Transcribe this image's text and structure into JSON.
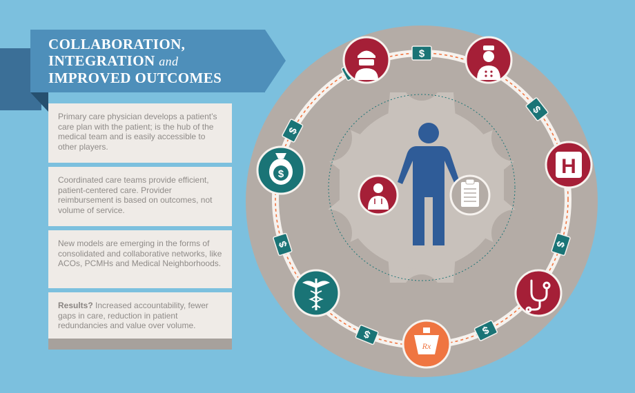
{
  "header": {
    "line1": "COLLABORATION,",
    "line2_main": "INTEGRATION",
    "line2_and": "and",
    "line3": "IMPROVED OUTCOMES"
  },
  "panels": [
    {
      "text": "Primary care physician develops a patient’s care plan with the patient; is the hub of the medical team and is easily accessible to other players."
    },
    {
      "text": "Coordinated care teams provide efficient, patient-centered care. Provider reimbursement is based on outcomes, not volume of service."
    },
    {
      "text": "New models are emerging in the forms of consolidated and collaborative networks, like ACOs, PCMHs and Medical Neighborhoods."
    },
    {
      "lead": "Results?",
      "text": " Increased accountability, fewer gaps in care, reduction in patient redundancies and value over volume."
    }
  ],
  "diagram": {
    "hub_labels": {
      "dollar": "$",
      "hospital": "H",
      "rx": "Rx"
    },
    "icons": [
      "surgeon-icon",
      "nurse-icon",
      "hospital-icon",
      "stethoscope-icon",
      "pharmacy-rx-icon",
      "caduceus-icon",
      "money-bag-icon"
    ],
    "colors": {
      "background": "#7cc0de",
      "outer_disc": "#b4aca6",
      "gear": "#c8c1bb",
      "maroon": "#a51f37",
      "teal": "#1a7476",
      "orange": "#ef7541",
      "navy": "#2f5c98",
      "ring": "#f6f2ee"
    }
  }
}
